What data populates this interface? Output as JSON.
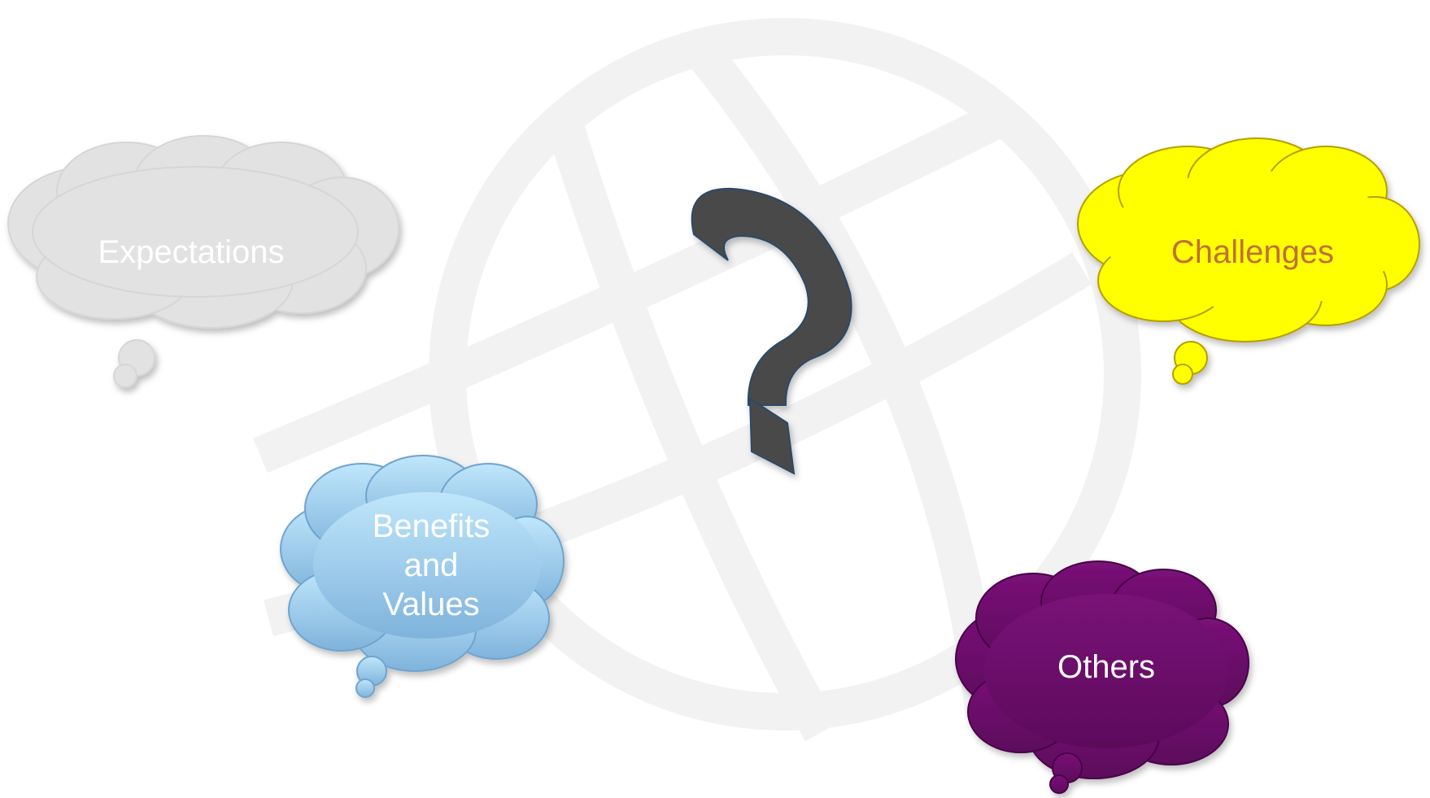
{
  "colors": {
    "background": "#ffffff",
    "watermark": "#f3f3f3",
    "question_mark": "#4a4a4a",
    "expectations_fill": "#e2e2e2",
    "expectations_text": "#ffffff",
    "challenges_fill": "#ffff00",
    "challenges_text": "#c0703a",
    "benefits_fill": "#a6d8f5",
    "benefits_text": "#ffffff",
    "others_fill": "#6e0a6e",
    "others_text": "#ffffff"
  },
  "icons": {
    "center": "question-mark-icon",
    "background": "globe-watermark"
  },
  "bubbles": {
    "expectations": {
      "label": "Expectations"
    },
    "challenges": {
      "label": "Challenges"
    },
    "benefits": {
      "line1": "Benefits",
      "line2": "and",
      "line3": "Values"
    },
    "others": {
      "label": "Others"
    }
  }
}
